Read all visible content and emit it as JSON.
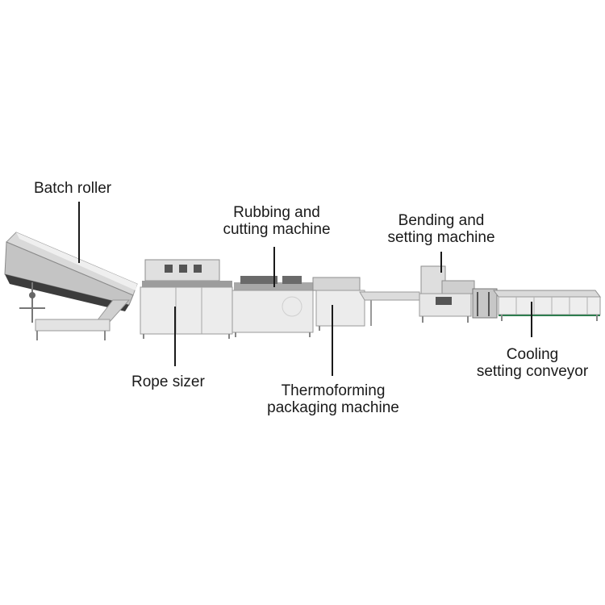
{
  "labels": {
    "batch_roller": "Batch roller",
    "rubbing_line1": "Rubbing and",
    "rubbing_line2": "cutting machine",
    "bending_line1": "Bending and",
    "bending_line2": "setting machine",
    "rope_sizer": "Rope sizer",
    "thermo_line1": "Thermoforming",
    "thermo_line2": "packaging machine",
    "cooling_line1": "Cooling",
    "cooling_line2": "setting conveyor"
  },
  "colors": {
    "machine_body": "#e6e6e6",
    "machine_shade": "#bdbdbd",
    "machine_dark": "#4a4a4a",
    "leader_line": "#1a1a1a",
    "accent_green": "#2e7d4f"
  }
}
